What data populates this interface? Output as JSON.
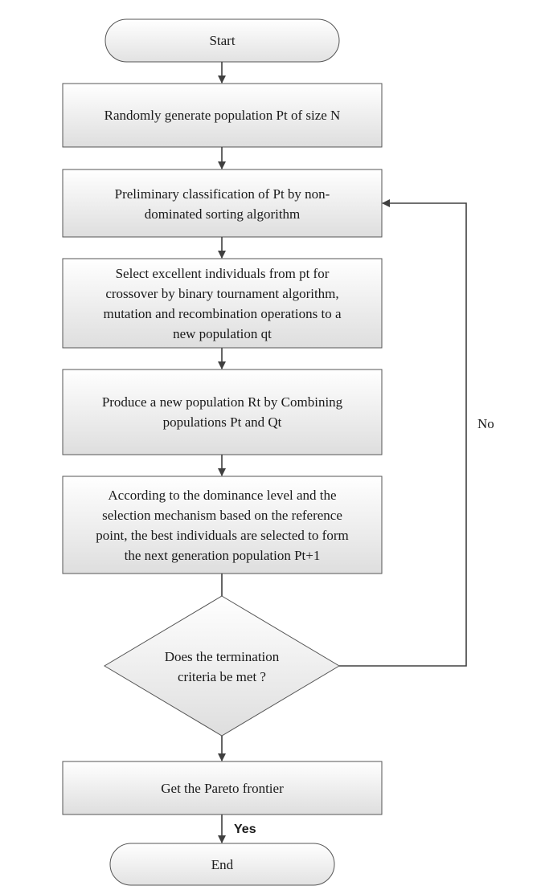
{
  "diagram": {
    "colors": {
      "terminal_fill_top": "#ffffff",
      "terminal_fill_bottom": "#e2e2e2",
      "process_fill_top": "#ffffff",
      "process_fill_bottom": "#dedede",
      "stroke": "#555555",
      "arrow": "#404040"
    },
    "nodes": {
      "start": {
        "text": "Start"
      },
      "init_population": {
        "text": "Randomly generate population Pt of size N"
      },
      "nondominated_sort": {
        "text": "    Preliminary classification of Pt by non-\ndominated sorting algorithm"
      },
      "selection_crossover": {
        "text": "Select excellent individuals from pt for\ncrossover by binary tournament algorithm,\nmutation and recombination operations to a\nnew population qt"
      },
      "combine": {
        "text": "Produce a new population Rt by Combining\npopulations Pt and Qt"
      },
      "environmental_selection": {
        "text": "According to the dominance level and the\nselection mechanism based on the reference\npoint, the best individuals are selected to form\nthe next generation population Pt+1"
      },
      "termination_check": {
        "text": "Does the termination\ncriteria be met ?"
      },
      "pareto": {
        "text": "Get the Pareto frontier"
      },
      "end": {
        "text": "End"
      }
    },
    "edges": {
      "no_label": "No",
      "yes_label": "Yes"
    }
  }
}
